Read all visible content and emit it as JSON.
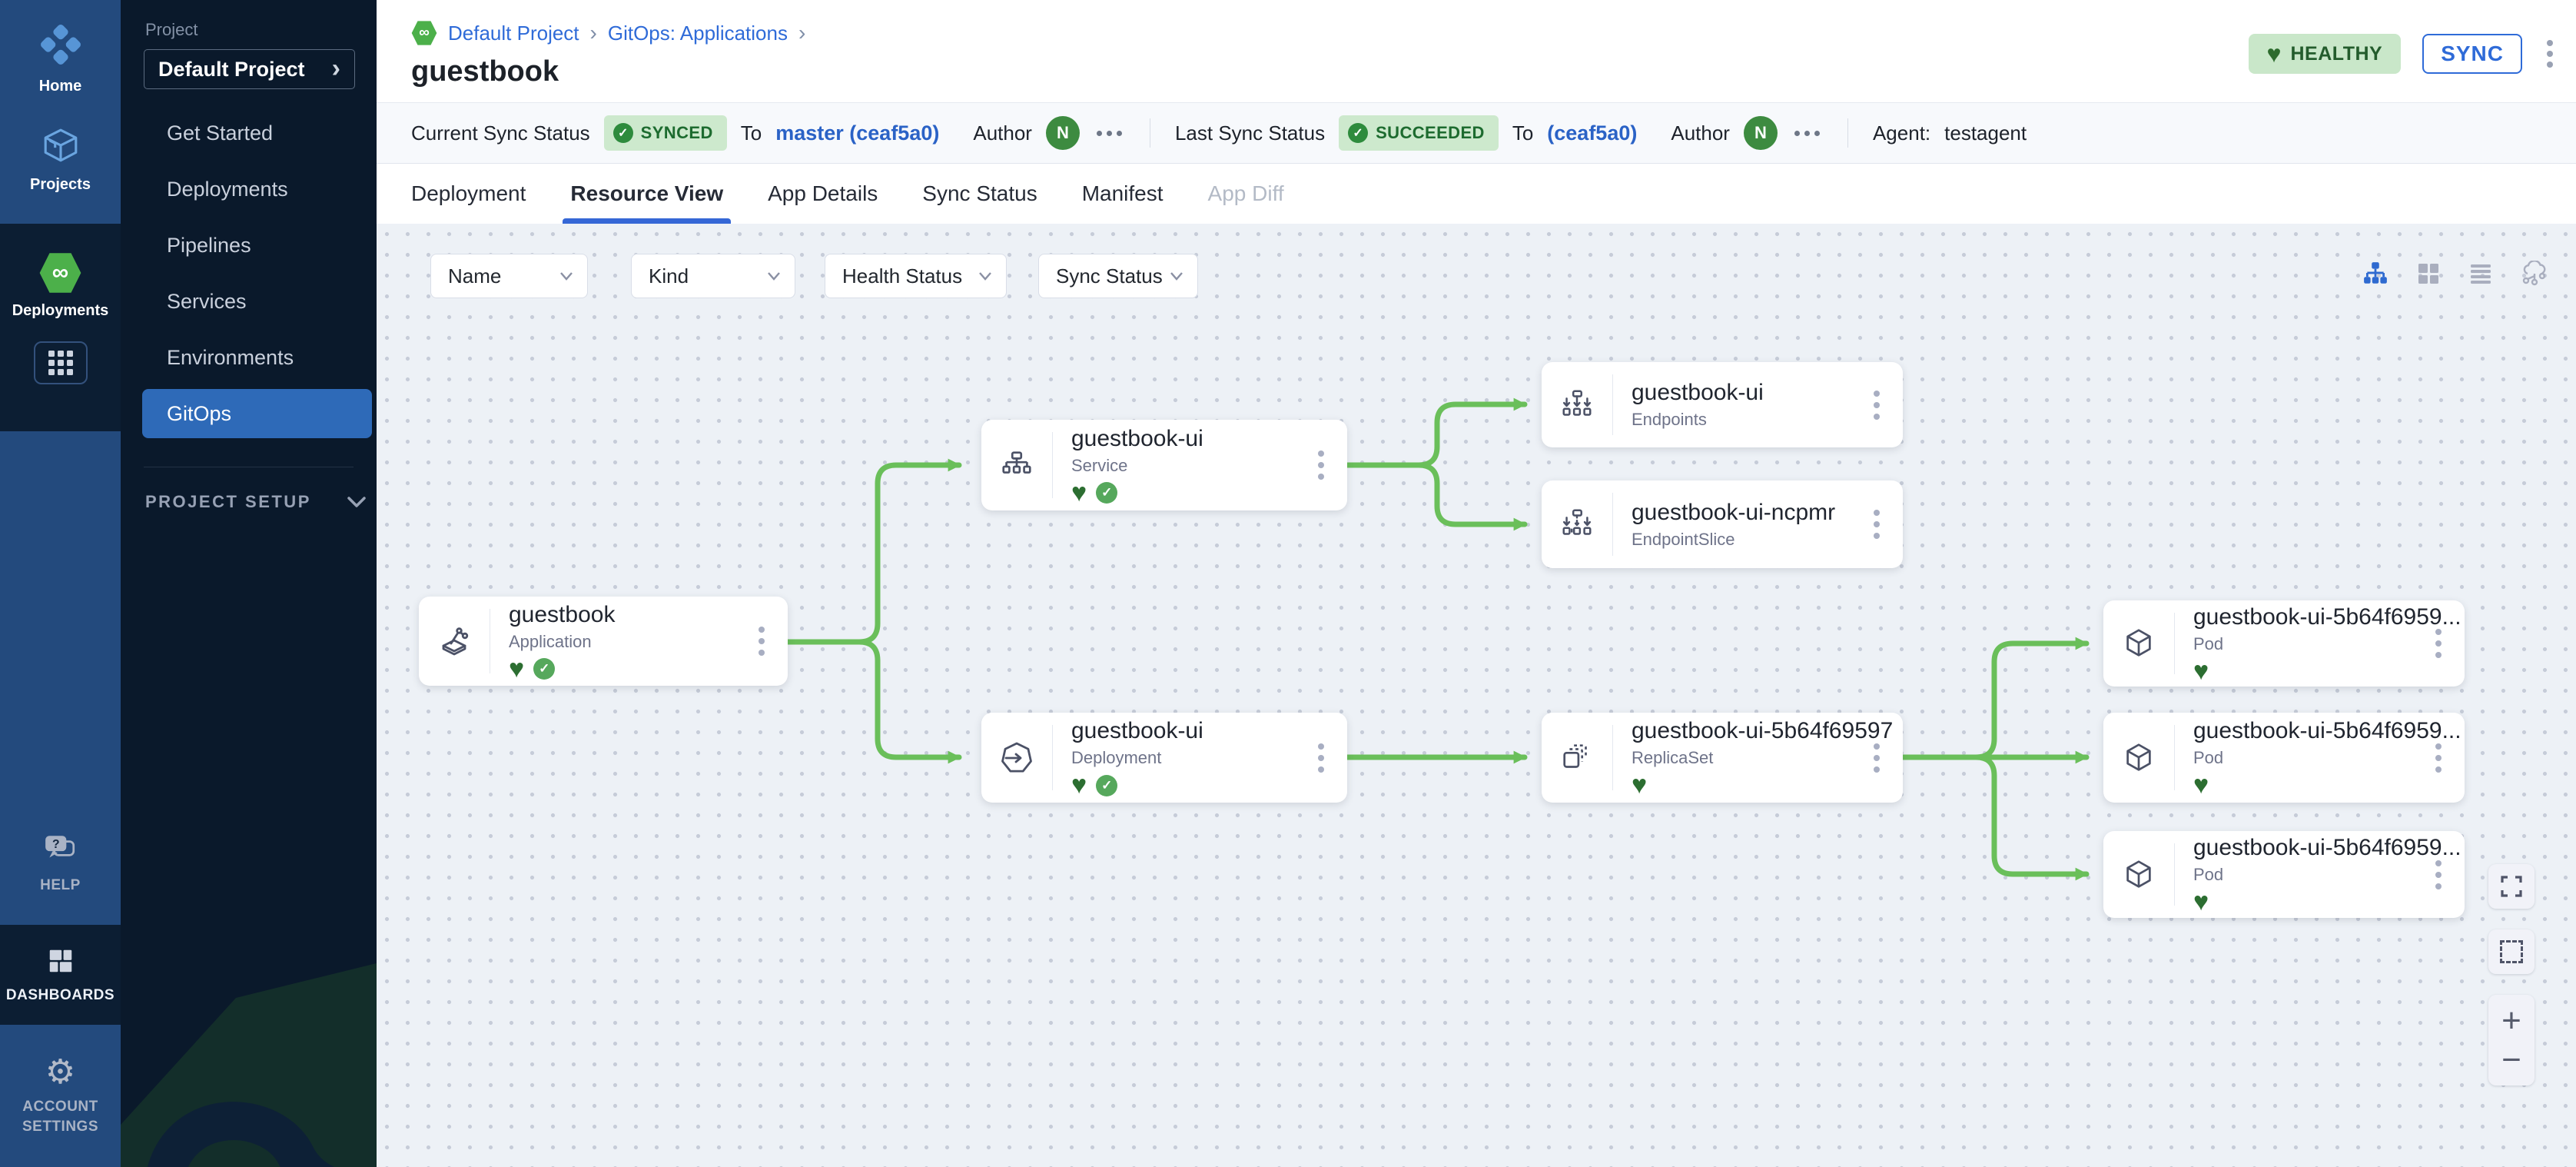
{
  "icons": {
    "infinity": "∞",
    "heart": "♥",
    "check": "✓",
    "gear": "⚙",
    "chevron_right": "›",
    "plus": "+",
    "minus": "−"
  },
  "rail": {
    "home": "Home",
    "projects": "Projects",
    "deployments": "Deployments",
    "help": "HELP",
    "dashboards": "DASHBOARDS",
    "account_settings": "ACCOUNT SETTINGS"
  },
  "sidebar": {
    "project_label": "Project",
    "project_selector": "Default Project",
    "items": [
      {
        "label": "Get Started"
      },
      {
        "label": "Deployments"
      },
      {
        "label": "Pipelines"
      },
      {
        "label": "Services"
      },
      {
        "label": "Environments"
      },
      {
        "label": "GitOps"
      }
    ],
    "project_setup": "PROJECT SETUP"
  },
  "breadcrumb": {
    "link1": "Default Project",
    "link2": "GitOps: Applications"
  },
  "header": {
    "title": "guestbook",
    "health_badge": "HEALTHY",
    "sync_button": "SYNC"
  },
  "status_bar": {
    "current_label": "Current Sync Status",
    "current_badge": "SYNCED",
    "to1": "To",
    "current_rev": "master (ceaf5a0)",
    "author1": "Author",
    "avatar1": "N",
    "last_label": "Last Sync Status",
    "last_badge": "SUCCEEDED",
    "to2": "To",
    "last_rev": "(ceaf5a0)",
    "author2": "Author",
    "avatar2": "N",
    "agent_label": "Agent:",
    "agent_value": "testagent"
  },
  "tabs": [
    {
      "label": "Deployment"
    },
    {
      "label": "Resource View"
    },
    {
      "label": "App Details"
    },
    {
      "label": "Sync Status"
    },
    {
      "label": "Manifest"
    },
    {
      "label": "App Diff"
    }
  ],
  "filters": [
    {
      "label": "Name"
    },
    {
      "label": "Kind"
    },
    {
      "label": "Health Status"
    },
    {
      "label": "Sync Status"
    }
  ],
  "graph": {
    "nodes": [
      {
        "name": "guestbook",
        "kind": "Application"
      },
      {
        "name": "guestbook-ui",
        "kind": "Service"
      },
      {
        "name": "guestbook-ui",
        "kind": "Deployment"
      },
      {
        "name": "guestbook-ui",
        "kind": "Endpoints"
      },
      {
        "name": "guestbook-ui-ncpmr",
        "kind": "EndpointSlice"
      },
      {
        "name": "guestbook-ui-5b64f69597",
        "kind": "ReplicaSet"
      },
      {
        "name": "guestbook-ui-5b64f6959...",
        "kind": "Pod"
      },
      {
        "name": "guestbook-ui-5b64f6959...",
        "kind": "Pod"
      },
      {
        "name": "guestbook-ui-5b64f6959...",
        "kind": "Pod"
      }
    ]
  },
  "colors": {
    "edge_green": "#6abf5a",
    "accent_blue": "#2f6bd8",
    "health_green": "#2c6e31",
    "badge_bg": "#cde9cd",
    "sidebar_dark": "#0a192b",
    "rail_blue": "#234a7d"
  }
}
